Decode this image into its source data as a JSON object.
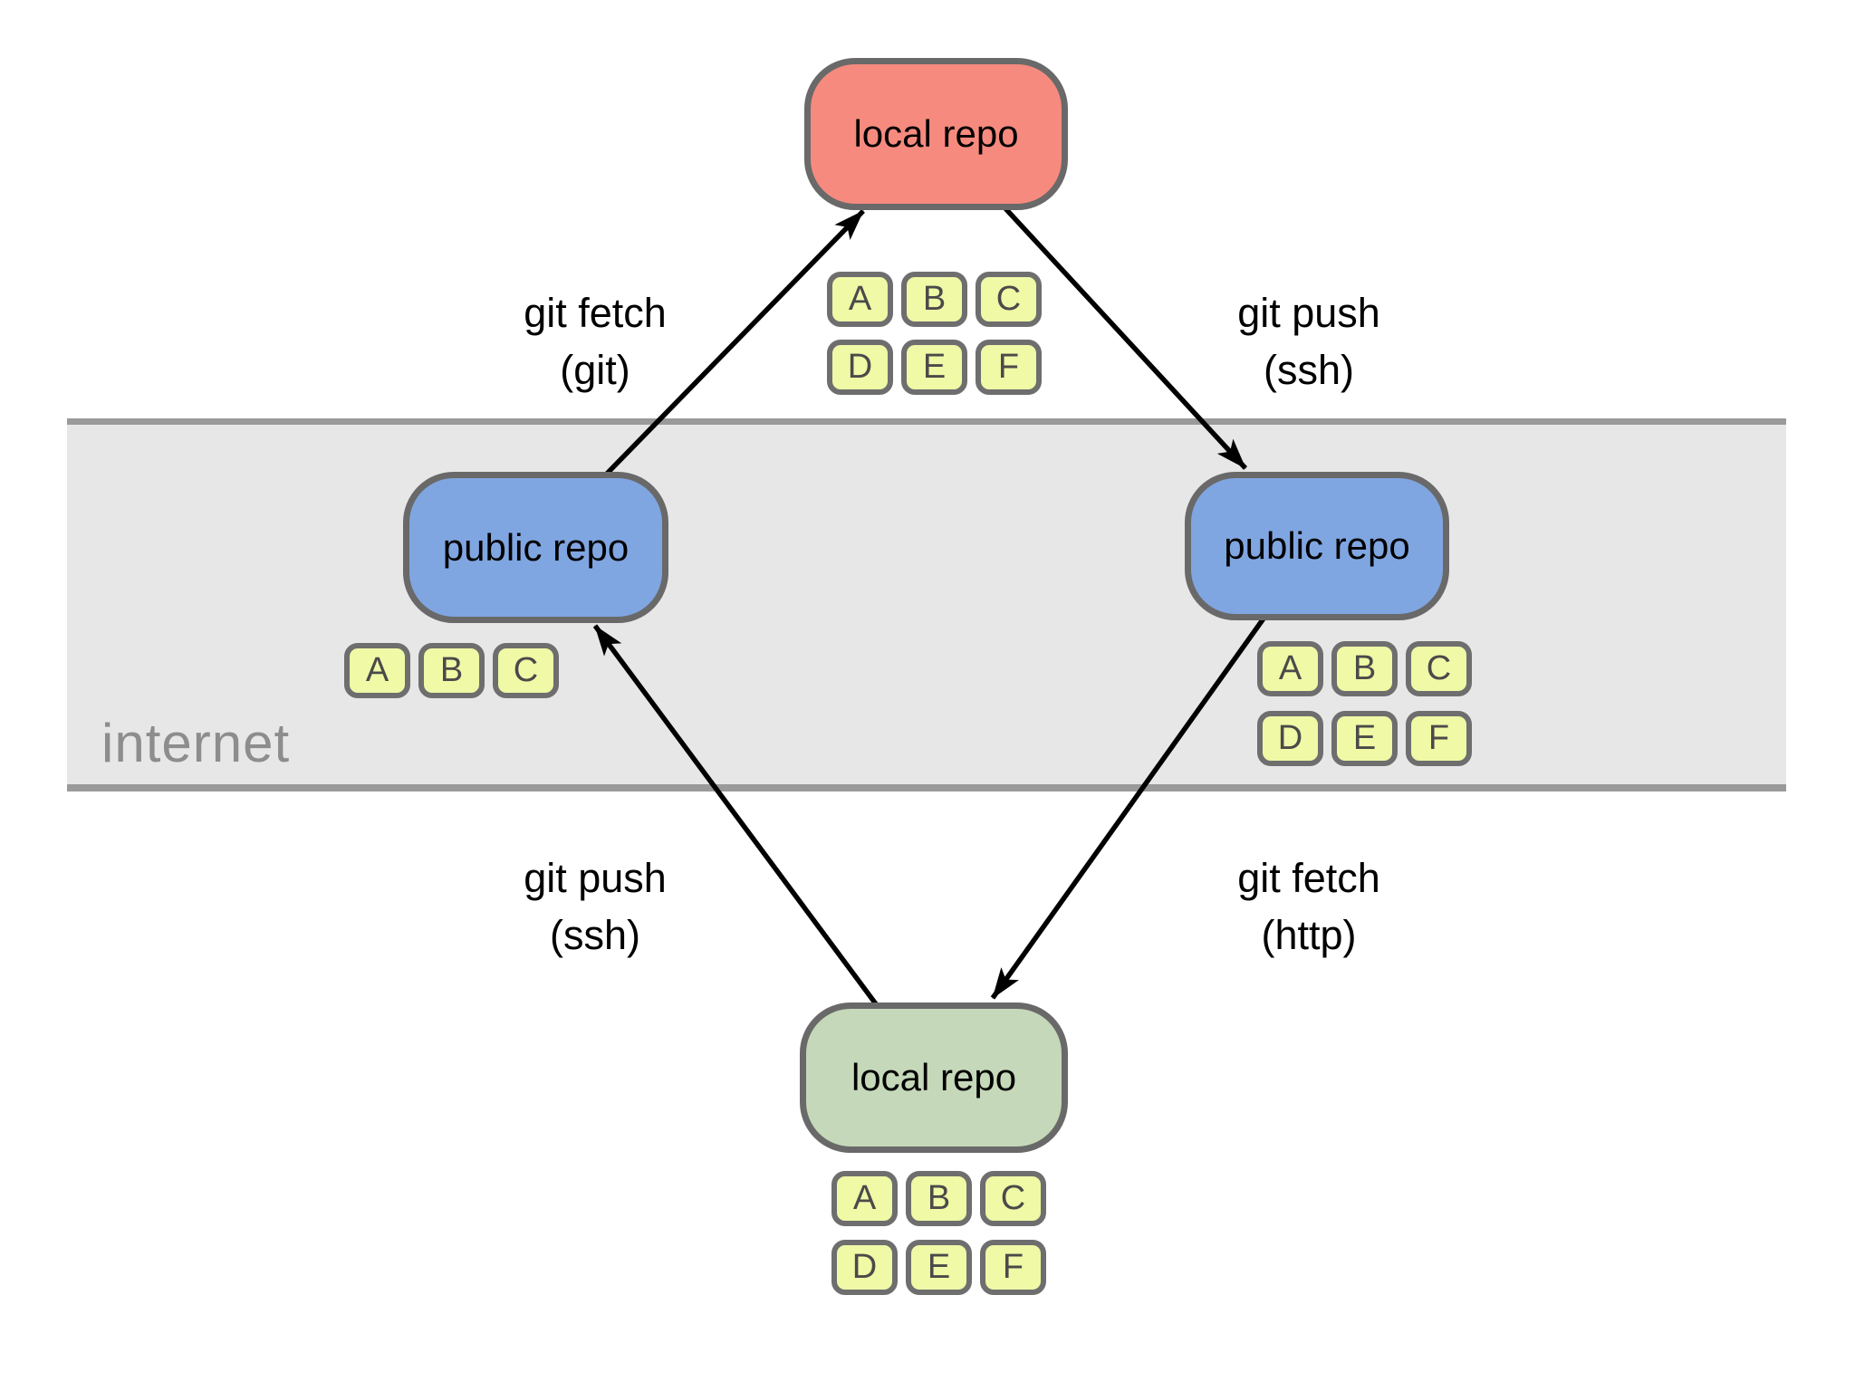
{
  "internet": {
    "label": "internet"
  },
  "nodes": {
    "top_local": {
      "label": "local repo",
      "fill": "#f68a7e"
    },
    "left_public": {
      "label": "public repo",
      "fill": "#80a6e1"
    },
    "right_public": {
      "label": "public repo",
      "fill": "#80a6e1"
    },
    "bottom_local": {
      "label": "local repo",
      "fill": "#c5d8b9"
    }
  },
  "commits": {
    "top_local": [
      "A",
      "B",
      "C",
      "D",
      "E",
      "F"
    ],
    "left_public": [
      "A",
      "B",
      "C"
    ],
    "right_public": [
      "A",
      "B",
      "C",
      "D",
      "E",
      "F"
    ],
    "bottom_local": [
      "A",
      "B",
      "C",
      "D",
      "E",
      "F"
    ]
  },
  "edges": [
    {
      "id": "fetch-git",
      "from": "left_public",
      "to": "top_local",
      "label_line1": "git fetch",
      "label_line2": "(git)"
    },
    {
      "id": "push-ssh-top",
      "from": "top_local",
      "to": "right_public",
      "label_line1": "git push",
      "label_line2": "(ssh)"
    },
    {
      "id": "push-ssh-bottom",
      "from": "bottom_local",
      "to": "left_public",
      "label_line1": "git push",
      "label_line2": "(ssh)"
    },
    {
      "id": "fetch-http",
      "from": "right_public",
      "to": "bottom_local",
      "label_line1": "git fetch",
      "label_line2": "(http)"
    }
  ],
  "colors": {
    "local_repo_top": "#f68a7e",
    "public_repo": "#80a6e1",
    "local_repo_bottom": "#c5d8b9",
    "commit_chip": "#eff9a6",
    "node_border": "#696969",
    "internet_band": "#e7e7e7",
    "band_border": "#9a9a9a",
    "arrow": "#000000",
    "internet_text": "#8d8d8d"
  }
}
